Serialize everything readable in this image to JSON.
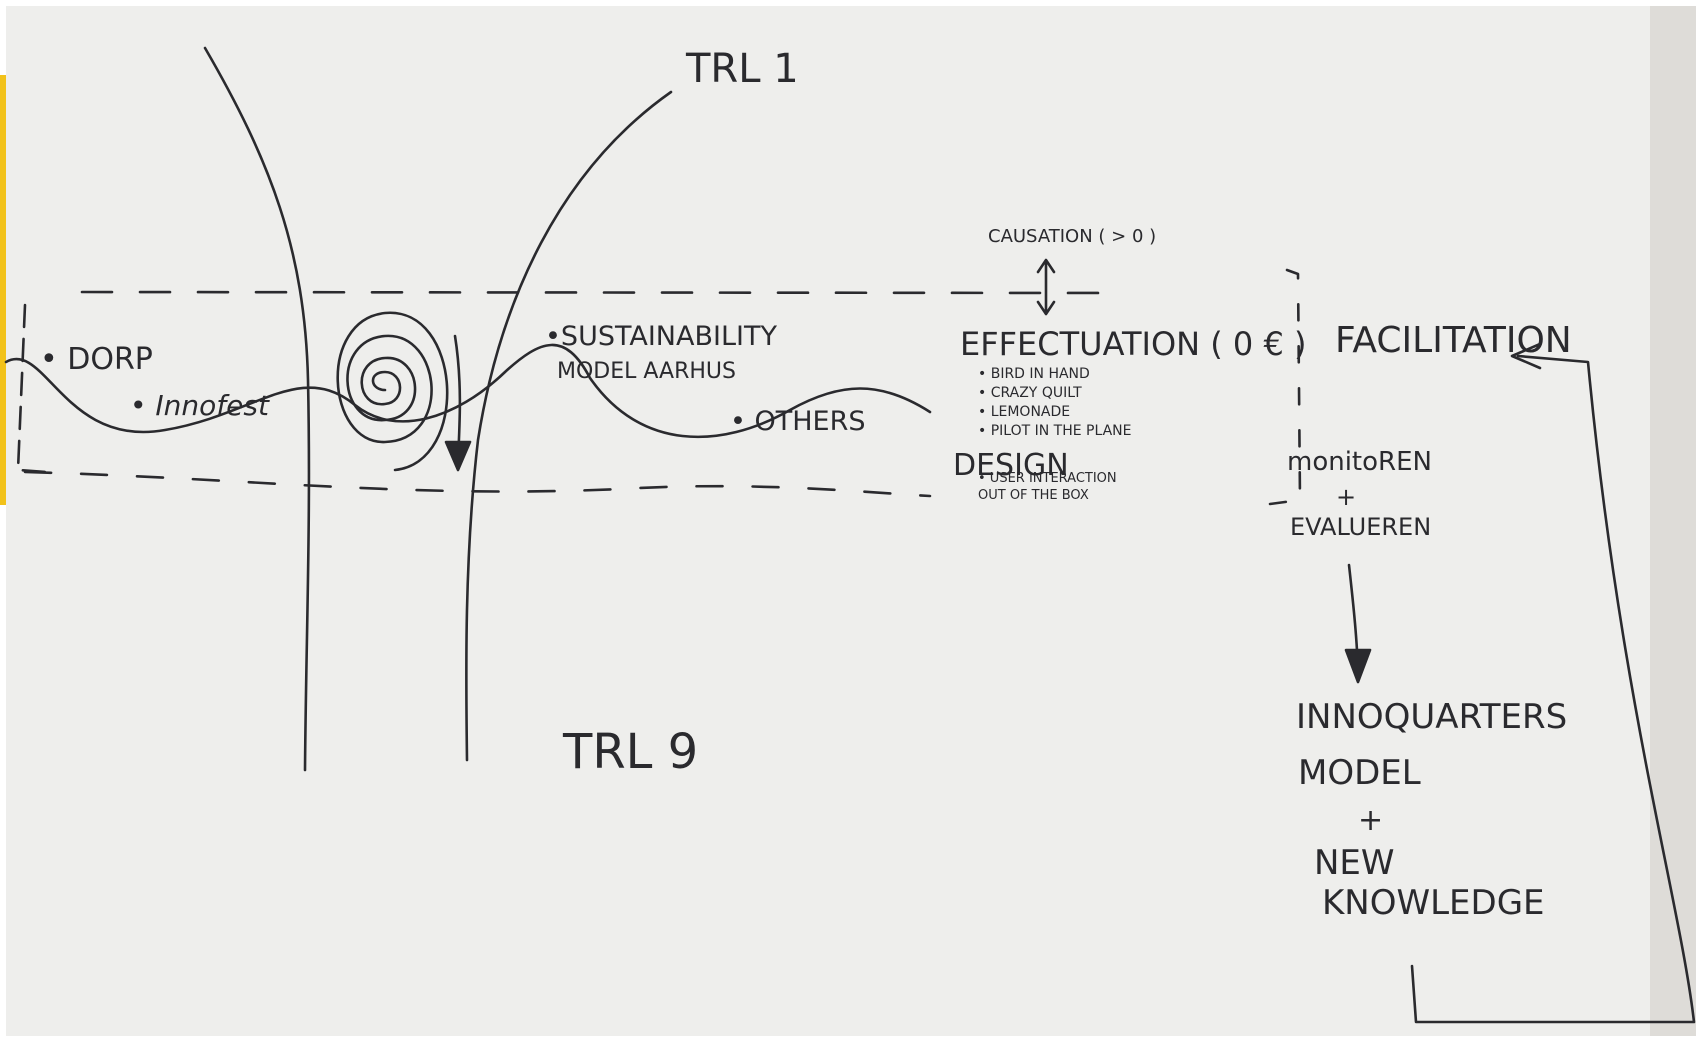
{
  "palette": {
    "paper": "#eeeeec",
    "paper_shade": "#dedcd8",
    "ink": "#2a2a2e",
    "tape": "#f2c21a",
    "margin": "#ffffff"
  },
  "labels": {
    "trl_top": "TRL 1",
    "trl_bottom": "TRL 9",
    "dorp": "• DORP",
    "innofest": "• Innofest",
    "sustainability_1": "•SUSTAINABILITY",
    "sustainability_2": "MODEL AARHUS",
    "others": "• OTHERS",
    "causation": "CAUSATION ( > 0 )",
    "effectuation": "EFFECTUATION ( 0 € )",
    "effectuation_items": [
      "• BIRD IN HAND",
      "• CRAZY QUILT",
      "• LEMONADE",
      "• PILOT IN THE PLANE"
    ],
    "design": "DESIGN",
    "design_items": [
      "• USER INTERACTION",
      "OUT OF THE BOX"
    ],
    "facilitation": "FACILITATION",
    "monitoren": "monitoREN",
    "plus": "+",
    "evalueren": "EVALUEREN",
    "innoquarters": "INNOQUARTERS",
    "model": "MODEL",
    "new": "NEW",
    "knowledge": "KNOWLEDGE"
  }
}
